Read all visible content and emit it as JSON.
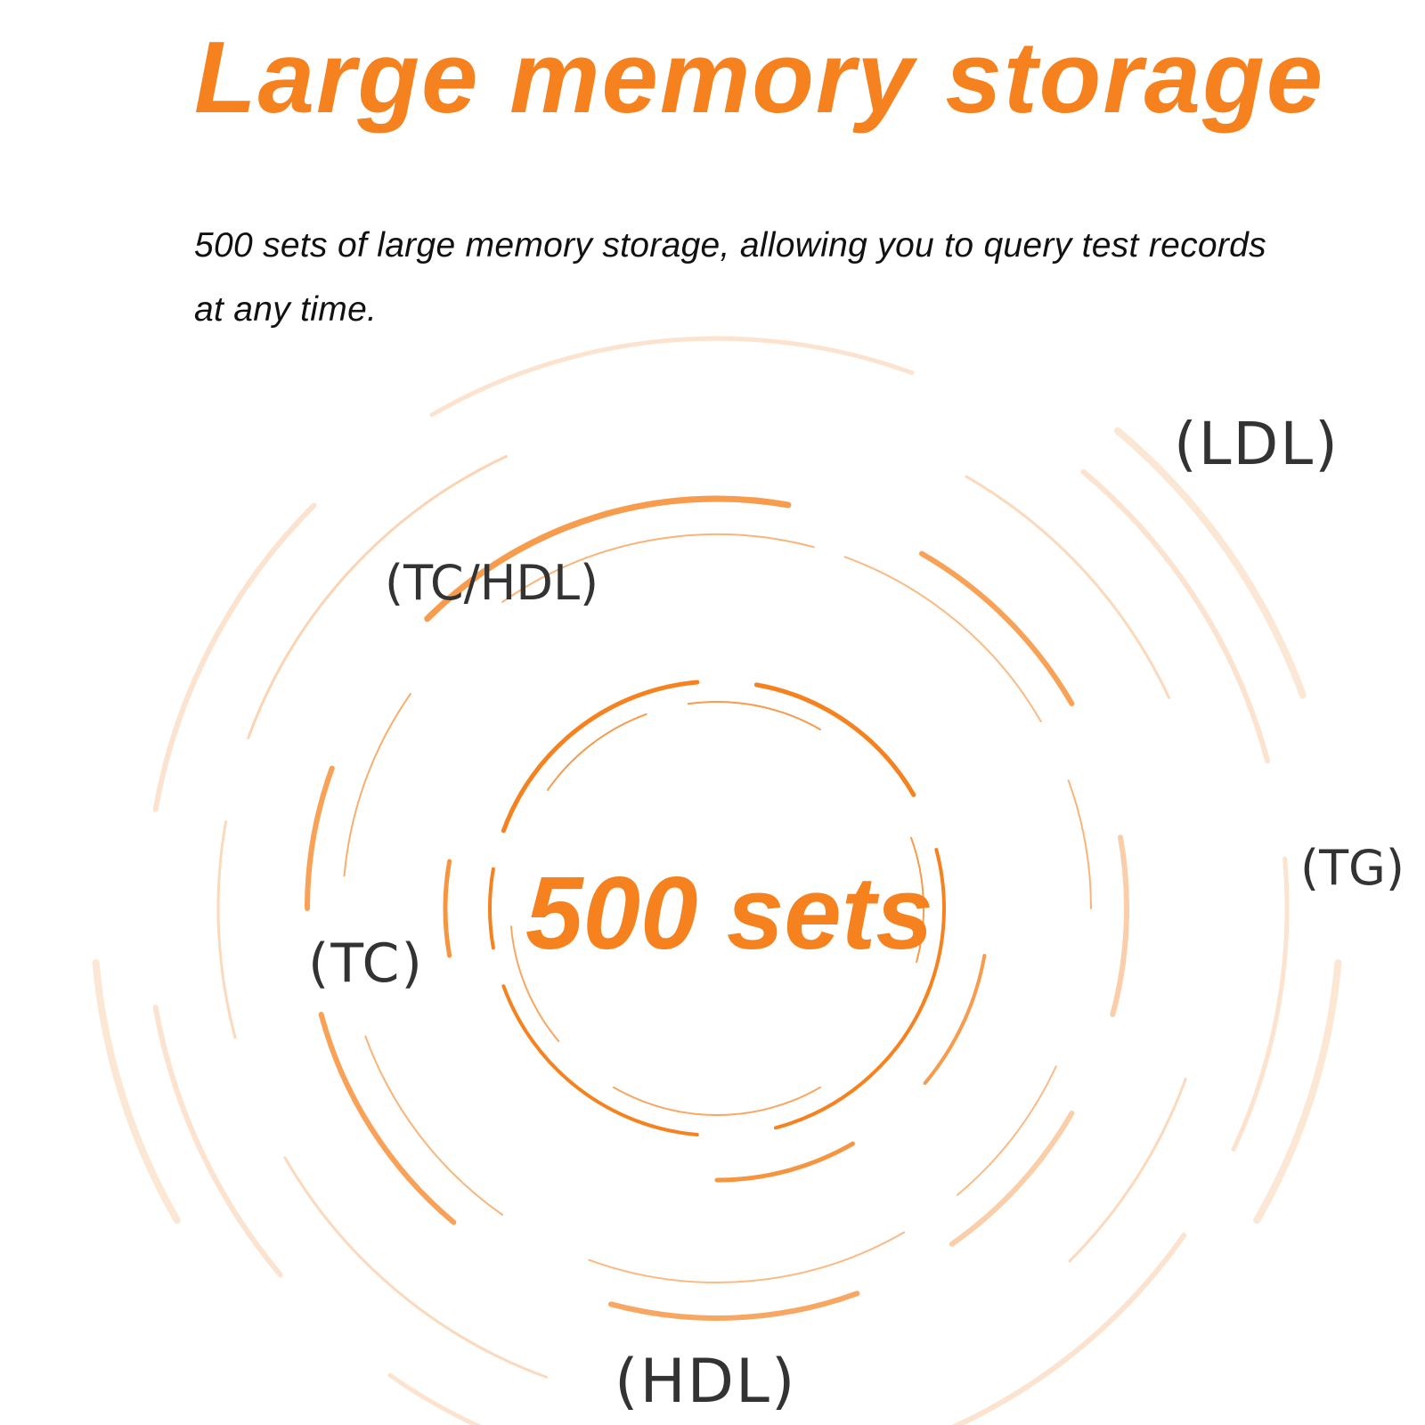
{
  "headline": "Large memory storage",
  "description": "500 sets of large memory storage, allowing you to query test records at any time.",
  "center_label": "500 sets",
  "tags": {
    "ldl": "(LDL)",
    "tc_hdl": "(TC/HDL)",
    "tg": "(TG)",
    "tc": "(TC)",
    "hdl": "(HDL)"
  },
  "colors": {
    "accent": "#f5821f",
    "ring_light": "#f9c9a0",
    "ring_faint": "#fce3cf",
    "label_text": "#333333"
  }
}
